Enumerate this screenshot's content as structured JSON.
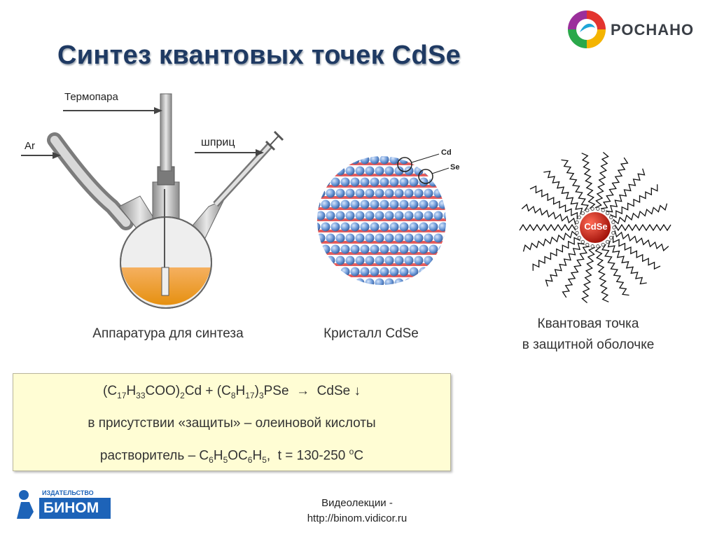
{
  "slide": {
    "title": "Синтез квантовых точек CdSe"
  },
  "branding": {
    "rosnano": "РОСНАНО",
    "binom_small": "ИЗДАТЕЛЬСТВО",
    "binom": "БИНОМ",
    "video_line1": "Видеолекции -",
    "video_line2": "http://binom.vidicor.ru"
  },
  "apparatus": {
    "label_thermo": "Термопара",
    "label_ar": "Ar",
    "label_syringe": "шприц",
    "caption": "Аппаратура для синтеза",
    "liquid_color": "#f0a020"
  },
  "crystal": {
    "label_cd": "Cd",
    "label_se": "Se",
    "caption": "Кристалл CdSe",
    "atom_color": "#6a98d8",
    "bond_color": "#e04040"
  },
  "quantum_dot": {
    "core_label": "CdSe",
    "caption_line1": "Квантовая точка",
    "caption_line2": "в защитной оболочке",
    "core_color": "#c81a10"
  },
  "formula": {
    "bg_color": "#fffdd4"
  },
  "formula_text": {
    "line2": "в присутствии «защиты» – олеиновой кислоты"
  }
}
